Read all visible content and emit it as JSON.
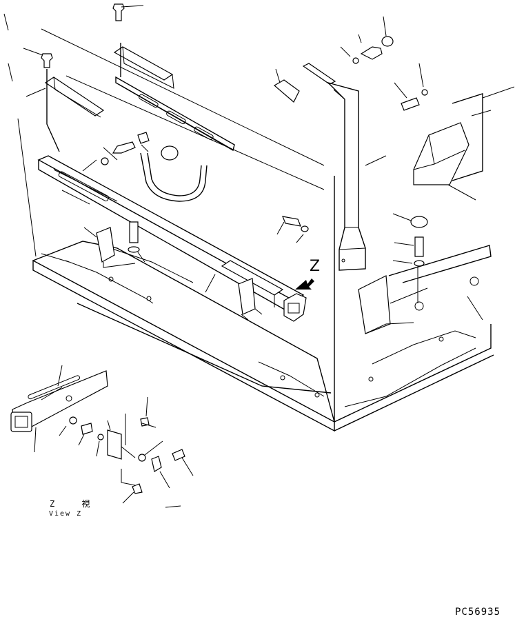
{
  "diagram": {
    "view_marker": "Z",
    "view_caption_jp": "Z 視",
    "view_caption_en": "View Z",
    "drawing_code": "PC56935"
  }
}
